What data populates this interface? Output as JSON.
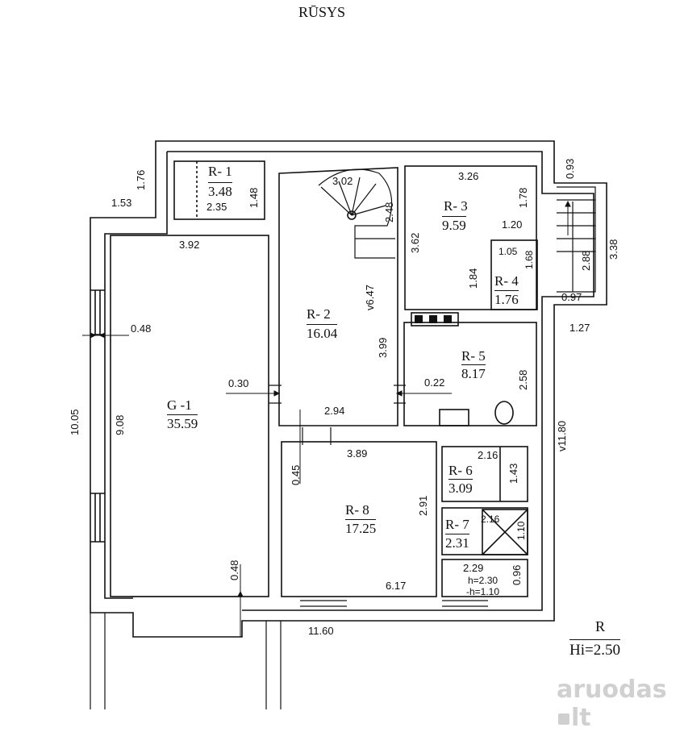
{
  "title": "RŪSYS",
  "rooms": [
    {
      "code": "R- 1",
      "area": "3.48"
    },
    {
      "code": "R- 2",
      "area": "16.04"
    },
    {
      "code": "R- 3",
      "area": "9.59"
    },
    {
      "code": "R- 4",
      "area": "1.76"
    },
    {
      "code": "R- 5",
      "area": "8.17"
    },
    {
      "code": "G -1",
      "area": "35.59"
    },
    {
      "code": "R- 6",
      "area": "3.09"
    },
    {
      "code": "R- 7",
      "area": "2.31"
    },
    {
      "code": "R- 8",
      "area": "17.25"
    }
  ],
  "dims": {
    "d176": "1.76",
    "d153": "1.53",
    "d235": "2.35",
    "d148": "1.48",
    "d302": "3.02",
    "d248": "2.48",
    "d326": "3.26",
    "d178": "1.78",
    "d093": "0.93",
    "d362": "3.62",
    "d120": "1.20",
    "d105": "1.05",
    "d168": "1.68",
    "d184": "1.84",
    "d288": "2.88",
    "d338": "3.38",
    "d097": "0.97",
    "d127": "1.27",
    "d392": "3.92",
    "d647": "v6.47",
    "d048a": "0.48",
    "d399": "3.99",
    "d258": "2.58",
    "d030": "0.30",
    "d022": "0.22",
    "d1005": "10.05",
    "d908": "9.08",
    "d294": "2.94",
    "d1180": "v11.80",
    "d389": "3.89",
    "d216a": "2.16",
    "d045": "0.45",
    "d291": "2.91",
    "d143": "1.43",
    "d216b": "2.16",
    "d110": "1.10",
    "d048b": "0.48",
    "d229": "2.29",
    "d617": "6.17",
    "d096": "0.96",
    "h230": "h=2.30",
    "h110": "-h=1.10",
    "d1160": "11.60"
  },
  "legend": {
    "code": "R",
    "height": "Hi=2.50"
  },
  "watermark": {
    "text_a": "aruodas",
    "text_b": "lt"
  }
}
